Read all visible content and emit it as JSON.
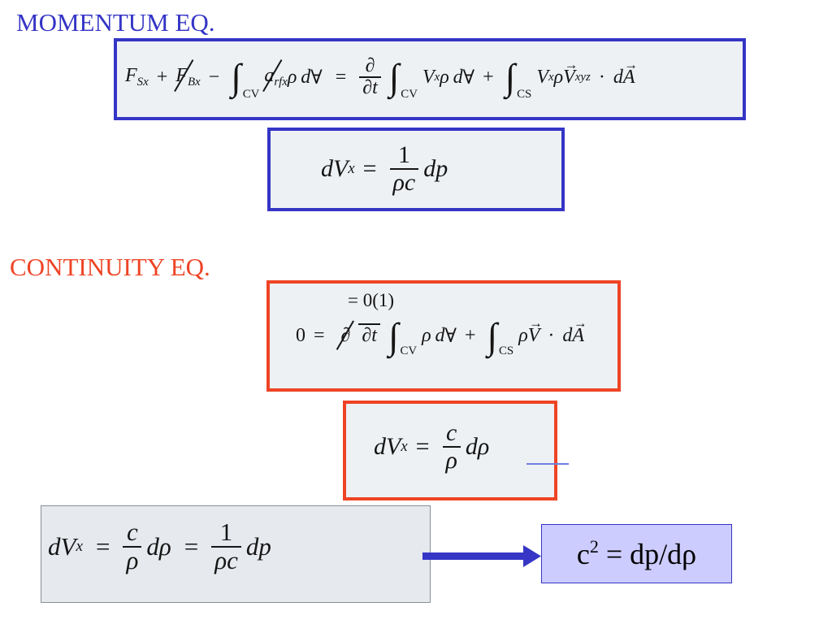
{
  "headings": {
    "momentum": "MOMENTUM EQ.",
    "continuity": "CONTINUITY EQ."
  },
  "colors": {
    "momentum": "#3535c6",
    "continuity": "#ee4425",
    "result_fill": "#ccccff",
    "arrow": "#3535c6"
  },
  "momentum_eq": {
    "F": "F",
    "S": "S",
    "x": "x",
    "plus": "+",
    "B": "B",
    "minus": "−",
    "CV": "CV",
    "a": "a",
    "rf": "rf",
    "rho": "ρ",
    "d": "d",
    "vol": "∀",
    "equals": "=",
    "partial": "∂",
    "t": "t",
    "V": "V",
    "CS": "CS",
    "xyz": "xyz",
    "dot": "·",
    "A": "A"
  },
  "momentum_result": {
    "lhs": "dV",
    "x": "x",
    "equals": "=",
    "num": "1",
    "den": "ρc",
    "rhs": "dp"
  },
  "continuity_eq": {
    "order_note": "= 0(1)",
    "zero": "0",
    "equals": "=",
    "partial": "∂",
    "t": "t",
    "CV": "CV",
    "rho": "ρ",
    "d": "d",
    "vol": "∀",
    "plus": "+",
    "CS": "CS",
    "V": "V",
    "dot": "·",
    "A": "A"
  },
  "continuity_result": {
    "lhs": "dV",
    "x": "x",
    "equals": "=",
    "num": "c",
    "den": "ρ",
    "rhs": "dρ"
  },
  "combined_eq": {
    "lhs": "dV",
    "x": "x",
    "equals": "=",
    "num1": "c",
    "den1": "ρ",
    "mid": "dρ",
    "num2": "1",
    "den2": "ρc",
    "rhs": "dp"
  },
  "result": {
    "c": "c",
    "exp": "2",
    "rest": " = dp/dρ"
  }
}
